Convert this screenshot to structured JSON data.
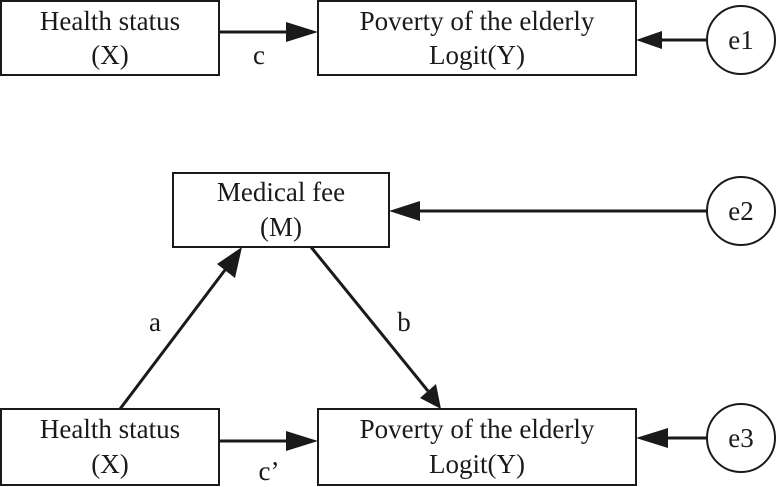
{
  "top_model": {
    "x_box": {
      "line1": "Health status",
      "line2": "(X)"
    },
    "y_box": {
      "line1": "Poverty of the elderly",
      "line2": "Logit(Y)"
    },
    "error": "e1",
    "path_label": "c"
  },
  "bottom_model": {
    "m_box": {
      "line1": "Medical fee",
      "line2": "(M)"
    },
    "x_box": {
      "line1": "Health status",
      "line2": "(X)"
    },
    "y_box": {
      "line1": "Poverty of the elderly",
      "line2": "Logit(Y)"
    },
    "error_m": "e2",
    "error_y": "e3",
    "path_a": "a",
    "path_b": "b",
    "path_c_prime": "c’"
  }
}
